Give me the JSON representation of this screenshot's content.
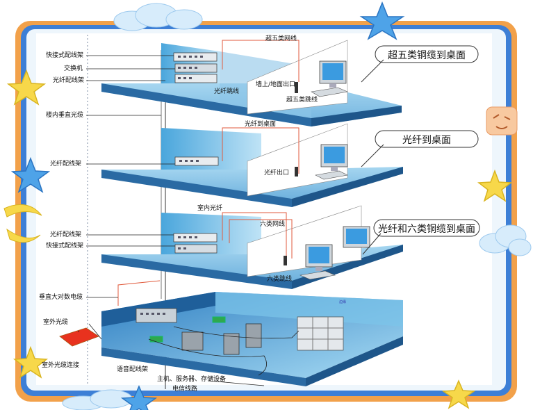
{
  "left_labels": {
    "patch_panel_1": "快接式配线架",
    "switch": "交换机",
    "fiber_panel_1": "光纤配线架",
    "vertical_fiber": "楼内垂直光缆",
    "fiber_panel_2": "光纤配线架",
    "fiber_panel_3": "光纤配线架",
    "patch_panel_3": "快接式配线架",
    "vertical_cable": "垂直大对数电缆",
    "outdoor_fiber": "室外光缆",
    "outdoor_fiber_conn": "室外光缆连接"
  },
  "floor1": {
    "cable_label": "超五类网线",
    "outlet_label": "墙上/地面出口",
    "fiber_jumper": "光纤跳线",
    "cat5_jumper": "超五类跳线",
    "callout": "超五类铜缆到桌面"
  },
  "floor2": {
    "cable_label": "光纤到桌面",
    "outlet_label": "光纤出口",
    "callout": "光纤到桌面"
  },
  "floor3": {
    "indoor_fiber": "室内光纤",
    "cable_label": "六类网线",
    "jumper": "六类跳线",
    "callout": "光纤和六类铜缆到桌面"
  },
  "basement": {
    "voice_panel": "语音配线架",
    "equipment": "主机、服务器、存储设备",
    "telecom": "电信线路",
    "tiny": "边缘"
  },
  "colors": {
    "frame_blue": "#3d7fd6",
    "frame_orange": "#f2a14a",
    "floor_top": "#9fd0ec",
    "floor_side": "#1f5f9a",
    "wall": "#5bb0e0",
    "cable_red": "#e05a3c",
    "outdoor_pad": "#e8321e"
  },
  "icons": [
    "cloud-icon",
    "star-icon",
    "moon-icon",
    "monitor-icon",
    "rack-icon",
    "switch-icon"
  ]
}
